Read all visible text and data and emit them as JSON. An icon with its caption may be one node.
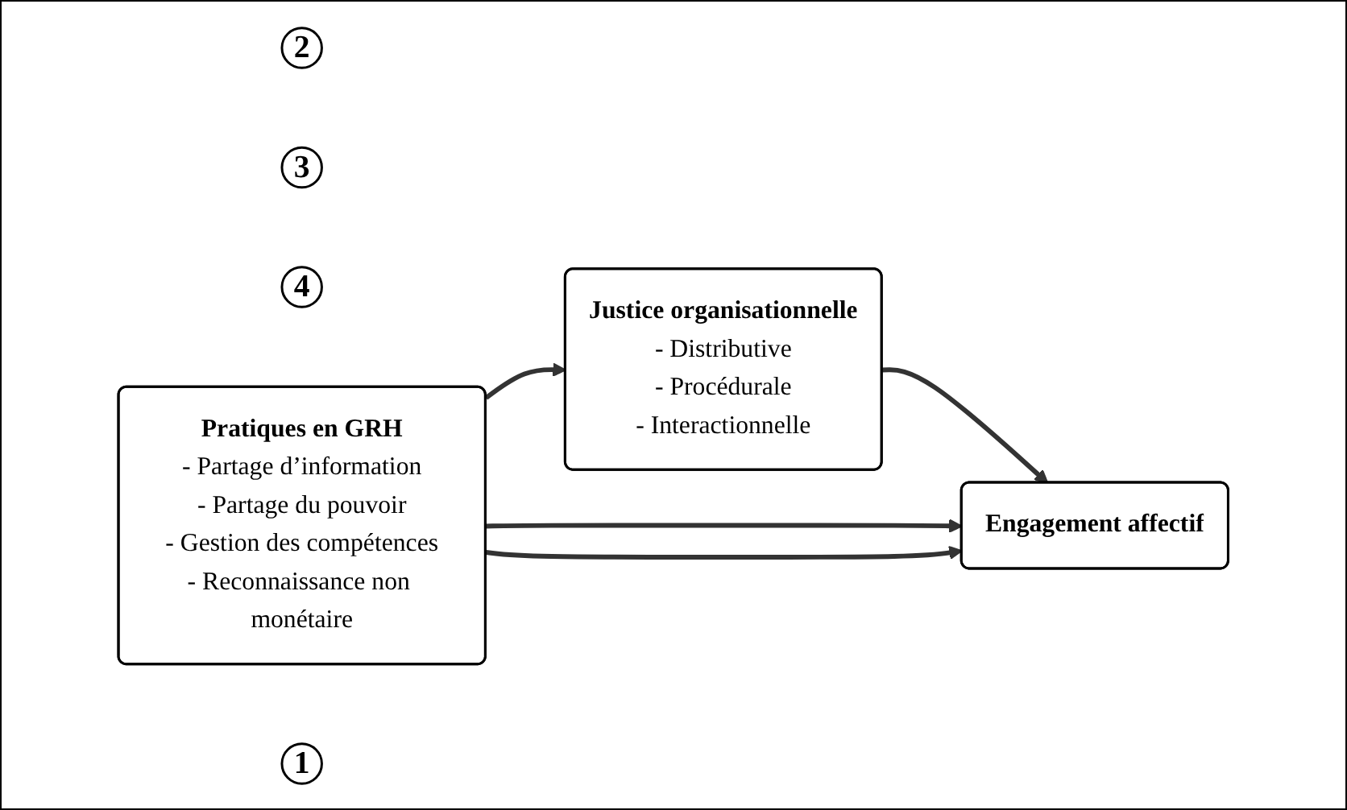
{
  "diagram": {
    "nodes": [
      {
        "text": [
          "2"
        ]
      },
      {
        "text": [
          "Justice organisationnelle",
          "- Distributive",
          "- Procédurale",
          "- Interactionnelle"
        ]
      },
      {
        "text": [
          "3"
        ]
      },
      {
        "text": [
          "4"
        ]
      },
      {
        "text": [
          "Pratiques en GRH",
          "- Partage d’information",
          "- Partage du pouvoir",
          "- Gestion des compétences",
          "- Reconnaissance non monétaire"
        ]
      },
      {
        "text": [
          "Engagement affectif"
        ]
      },
      {
        "text": [
          "1"
        ]
      }
    ],
    "edges": [
      {
        "from": 4,
        "to": 1,
        "arrow": "to"
      },
      {
        "from": 1,
        "to": 5,
        "arrow": "to"
      },
      {
        "from": 4,
        "to": 5,
        "arrow": "to"
      },
      {
        "from": 4,
        "to": 5,
        "arrow": "to"
      }
    ]
  }
}
